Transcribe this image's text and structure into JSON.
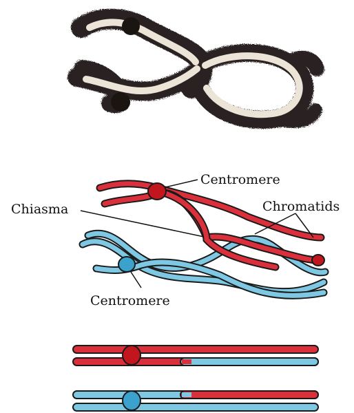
{
  "labels": {
    "centromere_top": "Centromere",
    "chiasma": "Chiasma",
    "chromatids": "Chromatids",
    "centromere_bottom": "Centromere"
  },
  "colors": {
    "red": "#d9303c",
    "blue": "#7ec8e3",
    "dark_red": "#c2161f",
    "dark_blue": "#3aa2cc",
    "outline": "#1a1a1a",
    "dark_chromatin": "#2a2420",
    "pale_chromatin": "#ece4d6"
  }
}
